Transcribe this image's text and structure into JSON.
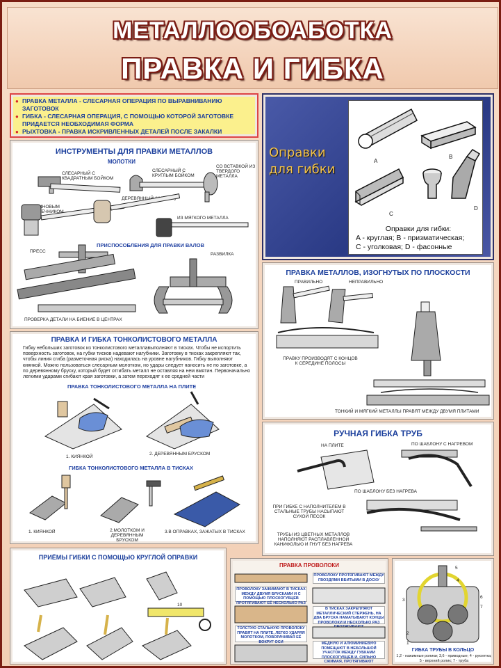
{
  "header": {
    "title_1": "МЕТАЛЛООБОАБОТКА",
    "title_2": "ПРАВКА И ГИБКА"
  },
  "definitions": [
    "ПРАВКА МЕТАЛЛА - СЛЕСАРНАЯ ОПЕРАЦИЯ ПО ВЫРАВНИВАНИЮ ЗАГОТОВОК",
    "ГИБКА - СЛЕСАРНАЯ ОПЕРАЦИЯ, С ПОМОЩЬЮ КОТОРОЙ ЗАГОТОВКЕ ПРИДАЕТСЯ НЕОБХОДИМАЯ ФОРМА",
    "РЫХТОВКА - ПРАВКА ИСКРИВЛЕННЫХ ДЕТАЛЕЙ ПОСЛЕ ЗАКАЛКИ"
  ],
  "mandrels": {
    "title_line1": "Оправки",
    "title_line2": "для гибки",
    "labels": {
      "a": "A",
      "b": "B",
      "c": "C",
      "d": "D"
    },
    "caption_1": "Оправки для гибки:",
    "caption_2": "A - круглая; B - призматическая;",
    "caption_3": "C - уголковая; D - фасонные"
  },
  "instruments": {
    "title": "ИНСТРУМЕНТЫ ДЛЯ ПРАВКИ МЕТАЛЛОВ",
    "hammers": "МОЛОТКИ",
    "square_hammer": "СЛЕСАРНЫЙ С КВАДРАТНЫМ БОЙКОМ",
    "round_hammer": "СЛЕСАРНЫЙ С КРУГЛЫМ БОЙКОМ",
    "insert_hammer": "СО ВСТАВКОЙ ИЗ ТВЕРДОГО МЕТАЛЛА",
    "rubber_hammer": "С РЕЗИНОВЫМ НАКОНЕЧНИКОМ",
    "mallet": "ДЕРЕВЯННЫЙ (КИЯНКА)",
    "soft_metal": "ИЗ МЯГКОГО МЕТАЛЛА",
    "devices": "ПРИСПОСОБЛЕНИЯ ДЛЯ ПРАВКИ ВАЛОВ",
    "press": "ПРЕСС",
    "spreader": "РАЗВИЛКА",
    "check": "ПРОВЕРКА ДЕТАЛИ НА БИЕНИЕ В ЦЕНТРАХ"
  },
  "sheet": {
    "title": "ПРАВКА И ГИБКА ТОНКОЛИСТОВОГО МЕТАЛЛА",
    "text": "Гибку небольших заготовок из тонколистового металлавыполняют в тисках. Чтобы не испортить поверхность заготовок, на губки тисков надевают нагубники. Заготовку в тисках закрепляют так, чтобы линия сгиба (разметочная риска) находилась на уровне нагубников. Гибку выполняют киянкой. Можно пользоваться слесарным молотком, но удары следует наносить не по заготовке, а по деревянному бруску, который будет отгибать металл не оставляя на нем вмятин. Первоначально легкими ударами сгибают края заготовки, а затем переходят к ее средней части",
    "plate_title": "ПРАВКА ТОНКОЛИСТОВОГО МЕТАЛЛА НА ПЛИТЕ",
    "plate_1": "1. КИЯНКОЙ",
    "plate_2": "2. ДЕРЕВЯННЫМ БРУСКОМ",
    "vise_title": "ГИБКА ТОНКОЛИСТОВОГО МЕТАЛЛА В ТИСКАХ",
    "vise_1": "1. КИЯНКОЙ",
    "vise_2": "2.МОЛОТКОМ И ДЕРЕВЯННЫМ БРУСКОМ",
    "vise_3": "3.В ОПРАВКАХ, ЗАЖАТЫХ В ТИСКАХ"
  },
  "plane": {
    "title": "ПРАВКА МЕТАЛЛОВ, ИЗОГНУТЫХ ПО ПЛОСКОСТИ",
    "right": "ПРАВИЛЬНО",
    "wrong": "НЕПРАВИЛЬНО",
    "note": "ПРАВКУ ПРОИЗВОДЯТ С КОНЦОВ К СЕРЕДИНЕ ПОЛОСЫ",
    "note2": "ТОНКИЙ И МЯГКИЙ МЕТАЛЛЫ ПРАВЯТ МЕЖДУ ДВУМЯ ПЛИТАМИ"
  },
  "pipes": {
    "title": "РУЧНАЯ ГИБКА ТРУБ",
    "on_plate": "НА ПЛИТЕ",
    "template_heat": "ПО ШАБЛОНУ С НАГРЕВОМ",
    "template_no_heat": "ПО ШАБЛОНУ БЕЗ НАГРЕВА",
    "filler": "ПРИ ГИБКЕ С НАПОЛНИТЕЛЕМ В СТАЛЬНЫЕ ТРУБЫ НАСЫПАЮТ СУХОЙ ПЕСОК",
    "nonferrous": "ТРУБЫ ИЗ ЦВЕТНЫХ МЕТАЛЛОВ НАПОЛНЯЮТ РАСПЛАВЛЕННОЙ КАНИФОЛЬЮ И ГНУТ БЕЗ НАГРЕВА"
  },
  "round": {
    "title": "ПРИЁМЫ ГИБКИ С ПОМОЩЬЮ КРУГЛОЙ ОПРАВКИ",
    "dim": "10"
  },
  "wire": {
    "title": "ПРАВКА ПРОВОЛОКИ",
    "item_1": "ПРОВОЛОКУ ПРОТЯГИВАЮТ МЕЖДУ ГВОЗДЯМИ ВБИТЫМИ В ДОСКУ",
    "item_2": "ПРОВОЛОКУ ЗАЖИМАЮТ В ТИСКАХ МЕЖДУ ДВУМЯ БРУСКАМИ И С ПОМОЩЬЮ ПЛОСКОГУБЦЕВ ПРОТЯГИВАЮТ ЕЁ НЕСКОЛЬКО РАЗ",
    "item_3": "В ТИСКАХ ЗАКРЕПЛЯЮТ МЕТАЛЛИЧЕСКИЙ СТЕРЖЕНЬ, НА ДВА БРУСКА НАМАТЫВАЮТ КОНЦЫ ПРОВОЛОКИ И НЕСКОЛЬКО РАЗ ПРОТЯГИВАЮТ",
    "item_4": "ТОЛСТУЮ СТАЛЬНУЮ ПРОВОЛОКУ ПРАВЯТ НА ПЛИТЕ, ЛЕГКО УДАРЯЯ МОЛОТКОМ, ПОВОРАЧИВАЯ ЕЁ ВОКРУГ ОСИ",
    "item_5": "МЕДНУЮ И АЛЮМИНИЕВУЮ ПОМЕЩАЮТ В НЕБОЛЬШОЙ УЧАСТОК МЕЖДУ ГУБКАМИ ПЛОСКОГУБЦЕВ И, СИЛЬНО СЖИМАЯ, ПРОТЯГИВАЮТ"
  },
  "ring": {
    "title": "ГИБКА ТРУБЫ В КОЛЬЦО",
    "caption": "1,2 - нажимные ролики; 3,6 - приводные; 4 - рукоятка; 5 - верхний ролик; 7 - труба",
    "n1": "1",
    "n2": "2",
    "n3": "3",
    "n4": "4",
    "n5": "5",
    "n6": "6",
    "n7": "7"
  }
}
